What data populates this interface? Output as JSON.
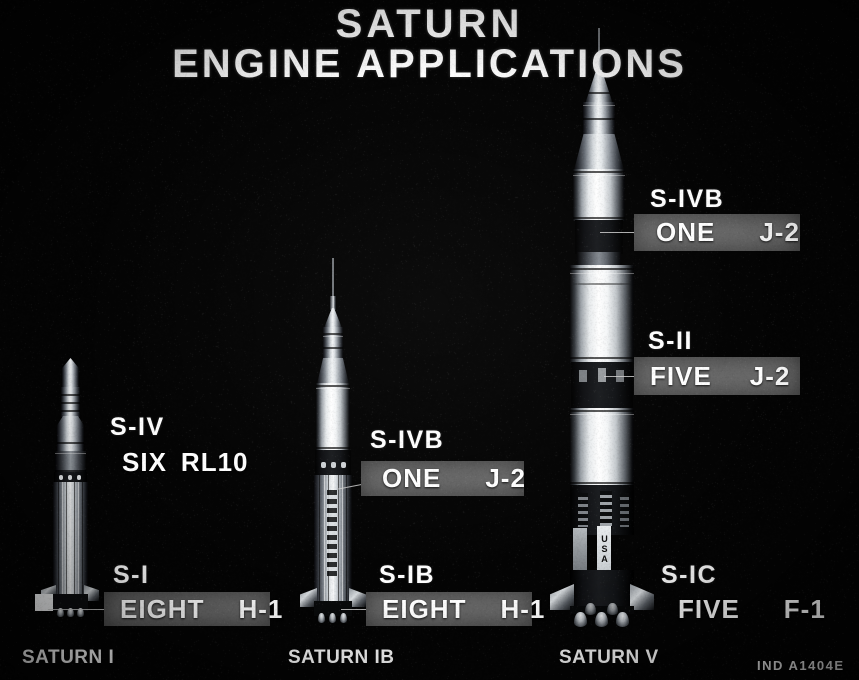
{
  "poster": {
    "title_line1": "SATURN",
    "title_line2": "ENGINE APPLICATIONS",
    "photo_id": "IND A1404E",
    "background_color": "#050505",
    "box_color": "#6b6b6b",
    "text_color": "#ffffff"
  },
  "vehicles": [
    {
      "caption": "SATURN I",
      "stages": [
        {
          "stage": "S-IV",
          "count": "SIX",
          "engine": "RL10",
          "boxed": false
        },
        {
          "stage": "S-I",
          "count": "EIGHT",
          "engine": "H-1",
          "boxed": true
        }
      ]
    },
    {
      "caption": "SATURN IB",
      "stages": [
        {
          "stage": "S-IVB",
          "count": "ONE",
          "engine": "J-2",
          "boxed": true
        },
        {
          "stage": "S-IB",
          "count": "EIGHT",
          "engine": "H-1",
          "boxed": true
        }
      ]
    },
    {
      "caption": "SATURN V",
      "stages": [
        {
          "stage": "S-IVB",
          "count": "ONE",
          "engine": "J-2",
          "boxed": true
        },
        {
          "stage": "S-II",
          "count": "FIVE",
          "engine": "J-2",
          "boxed": true
        },
        {
          "stage": "S-IC",
          "count": "FIVE",
          "engine": "F-1",
          "boxed": false
        }
      ]
    }
  ],
  "markings": {
    "saturn_v_body_text": "USA"
  }
}
